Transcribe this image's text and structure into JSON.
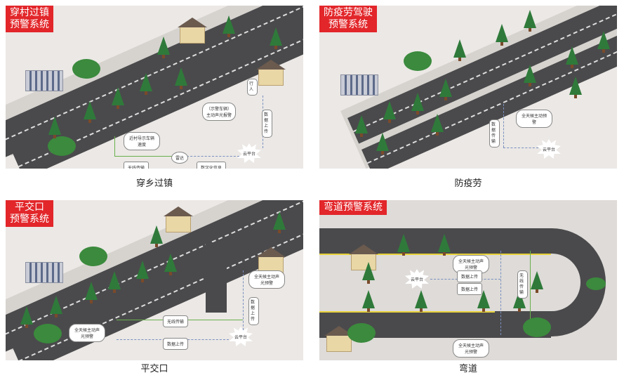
{
  "panels": [
    {
      "title_line1": "穿村过镇",
      "title_line2": "预警系统",
      "caption": "穿乡过镇",
      "labels": {
        "pedestrian": "行人",
        "alert": "（示警车辆）\n主动声光报警",
        "upload": "数据上传",
        "speed": "近村导示车辆速度",
        "radar": "雷达",
        "wireless": "无线传输",
        "digital": "数字化信息",
        "cloud": "云平台"
      }
    },
    {
      "title_line1": "防疫劳驾驶",
      "title_line2": "预警系统",
      "caption": "防疫劳",
      "labels": {
        "alert": "全天候主动预警",
        "upload": "数据传输",
        "cloud": "云平台"
      }
    },
    {
      "title_line1": "平交口",
      "title_line2": "预警系统",
      "caption": "平交口",
      "labels": {
        "alert_right": "全天候主动声光预警",
        "alert_left": "全天候主动声光预警",
        "upload": "数据上传",
        "wireless": "无线传输",
        "data": "数据上传",
        "cloud": "云平台"
      }
    },
    {
      "title_line1": "弯道",
      "title_line2": "预警系统",
      "caption": "弯道",
      "labels": {
        "alert_top": "全天候主动声光预警",
        "alert_bottom": "全天候主动声光预警",
        "upload1": "数据上传",
        "upload2": "数据上传",
        "wireless": "无线传输",
        "cloud": "云平台"
      }
    }
  ]
}
